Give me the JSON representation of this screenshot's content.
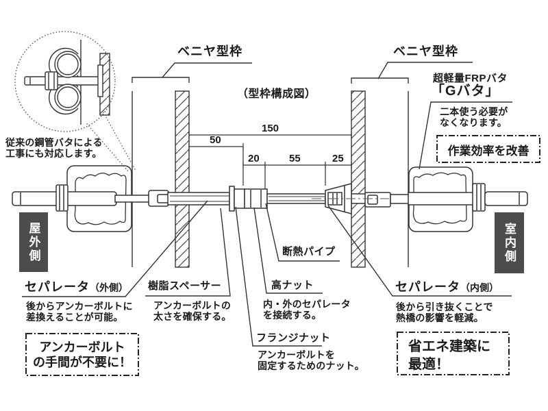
{
  "page": {
    "background": "#ffffff",
    "line_color": "#333333",
    "dark_box_color": "#4c4c4c",
    "title": "（型枠構成図）"
  },
  "labels": {
    "plywood_left": "ベニヤ型枠",
    "plywood_right": "ベニヤ型枠",
    "gbata_name": "超軽量FRPバタ",
    "gbata_product": "「Gバタ」",
    "gbata_desc_line1": "二本使う必要が",
    "gbata_desc_line2": "なくなります。",
    "legacy_note_line1": "従来の鋼管バタによる",
    "legacy_note_line2": "工事にも対応します。",
    "outdoor_side": "屋外側",
    "indoor_side": "室内側",
    "separator_outer": "セパレータ",
    "separator_outer_suffix": "（外側）",
    "separator_outer_desc_line1": "後からアンカーボルトに",
    "separator_outer_desc_line2": "差換えることが可能。",
    "resin_spacer": "樹脂スペーサー",
    "resin_spacer_desc_line1": "アンカーボルトの",
    "resin_spacer_desc_line2": "太さを確保する。",
    "insulation_pipe": "断熱パイプ",
    "high_nut": "高ナット",
    "high_nut_desc_line1": "内・外のセパレータ",
    "high_nut_desc_line2": "を接続する。",
    "flange_nut": "フランジナット",
    "flange_nut_desc_line1": "アンカーボルトを",
    "flange_nut_desc_line2": "固定するためのナット。",
    "separator_inner": "セパレータ",
    "separator_inner_suffix": "（内側）",
    "separator_inner_desc_line1": "後から引き抜くことで",
    "separator_inner_desc_line2": "熱橋の影響を軽減。"
  },
  "callouts": {
    "work_efficiency": "作業効率を改善",
    "anchor_line1": "アンカーボルト",
    "anchor_line2": "の手間が不要に！",
    "eco_line1": "省エネ建築に",
    "eco_line2": "最適！"
  },
  "dimensions": {
    "overall": "150",
    "left_offset": "50",
    "seg_20": "20",
    "seg_55": "55",
    "seg_25": "25"
  }
}
